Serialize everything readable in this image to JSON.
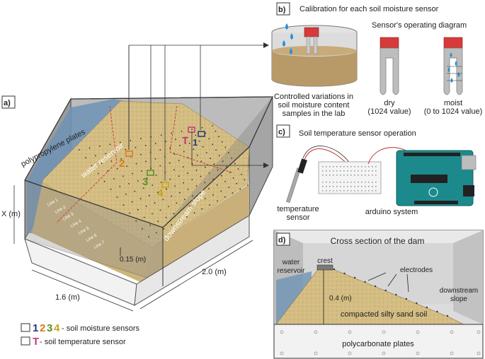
{
  "panel_a": {
    "label": "a)",
    "polypropylene": "polypropylene plates",
    "water_reservoir": "water reservoir",
    "downstream_slope": "downstream slope",
    "x_label": "X (m)",
    "width_label": "1.6 (m)",
    "length_label": "2.0 (m)",
    "spacing_label": "0.15 (m)",
    "lines": [
      "Line 1",
      "Line 2",
      "Line 3",
      "Line 4",
      "Line 5",
      "Line 6",
      "Line 7"
    ],
    "sensor_numbers": [
      "2",
      "3",
      "4",
      "T",
      "1"
    ],
    "colors": {
      "s1": "#1f3a7a",
      "s2": "#d87a1e",
      "s3": "#5a8f2a",
      "s4": "#c9a21a",
      "t": "#c23a7a"
    }
  },
  "legend": {
    "nums": [
      "1",
      "2",
      "3",
      "4"
    ],
    "moisture_text": " - soil moisture sensors",
    "temp_letter": "T",
    "temp_text": " - soil temperature sensor"
  },
  "panel_b": {
    "label": "b)",
    "title": "Calibration for each soil moisture sensor",
    "diagram_title": "Sensor's operating diagram",
    "lab_text": [
      "Controlled variations in",
      "soil moisture content",
      "samples in the lab"
    ],
    "dry": [
      "dry",
      "(1024 value)"
    ],
    "moist": [
      "moist",
      "(0 to 1024 value)"
    ]
  },
  "panel_c": {
    "label": "c)",
    "title": "Soil temperature sensor operation",
    "temp_sensor": [
      "temperature",
      "sensor"
    ],
    "arduino": "arduino system"
  },
  "panel_d": {
    "label": "d)",
    "title": "Cross section of the dam",
    "water": [
      "water",
      "reservoir"
    ],
    "crest": "crest",
    "electrodes": "electrodes",
    "downstream": [
      "downstream",
      "slope"
    ],
    "height": "0.4 (m)",
    "soil": "compacted silty sand soil",
    "plates": "polycarbonate plates"
  }
}
